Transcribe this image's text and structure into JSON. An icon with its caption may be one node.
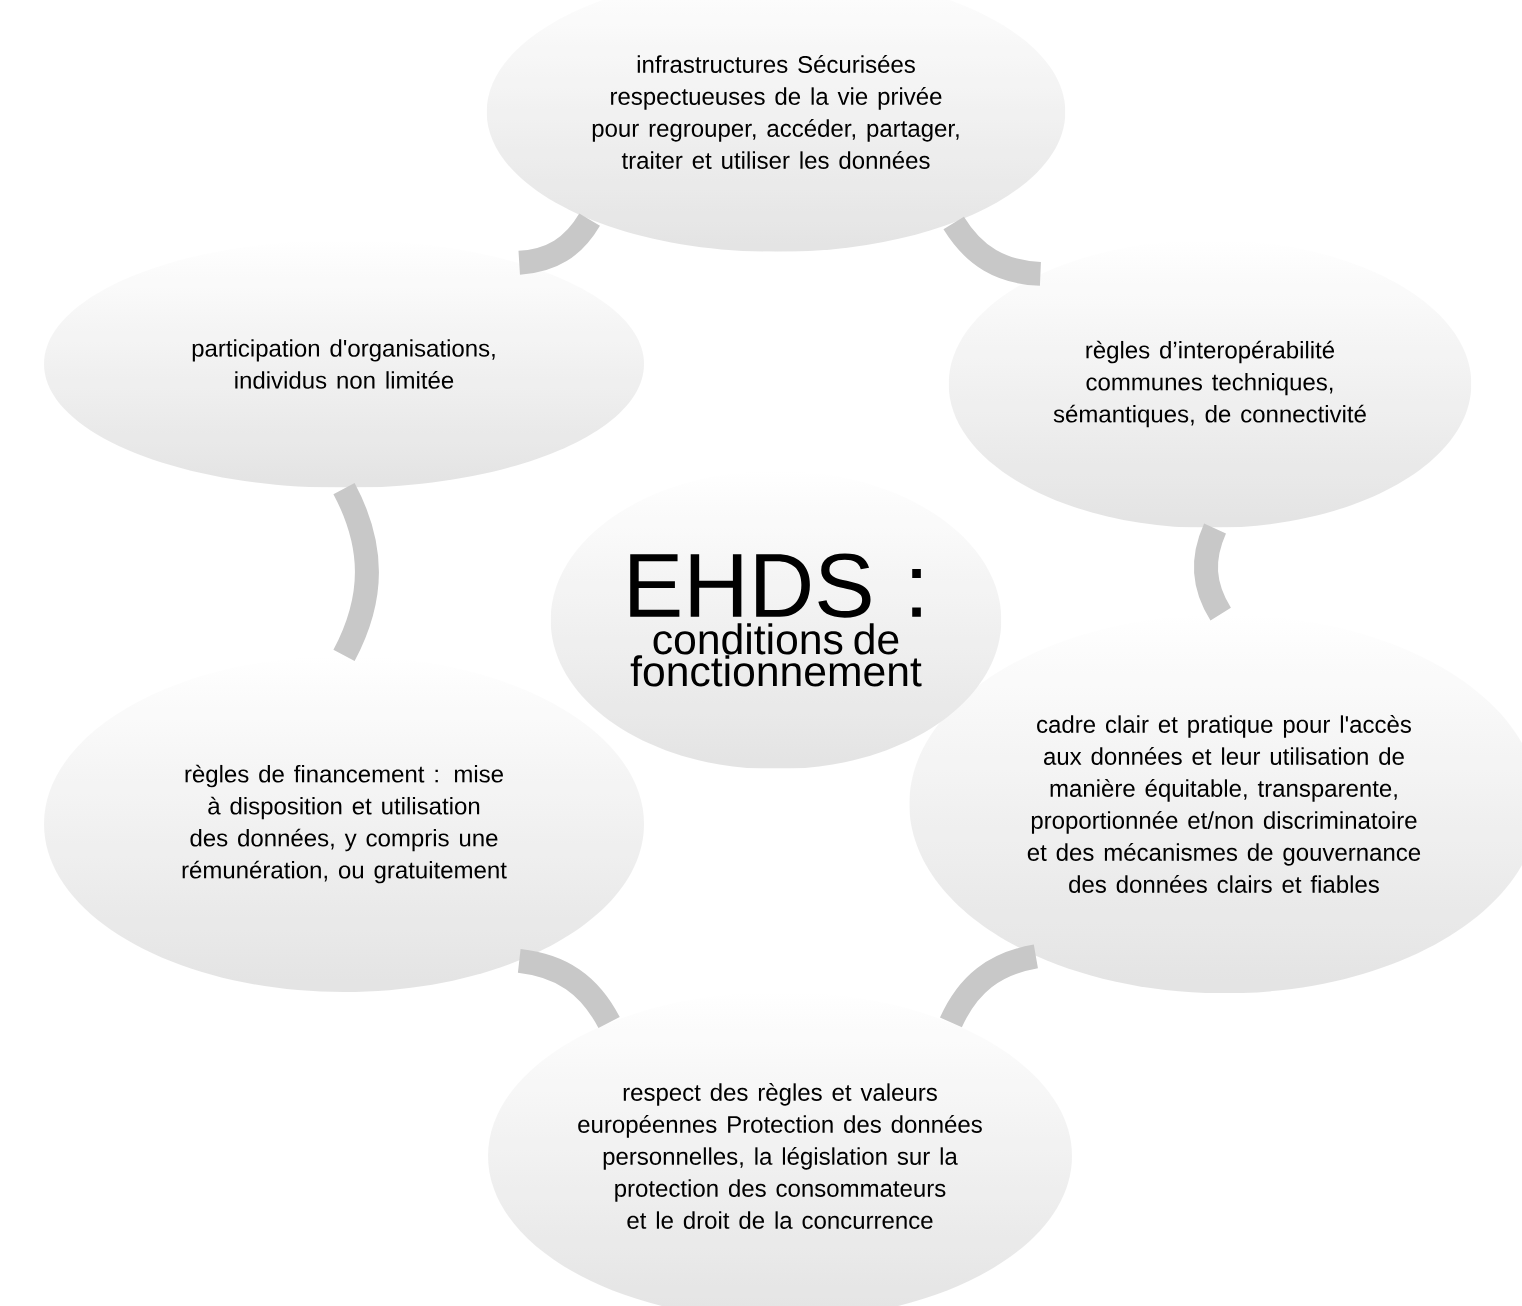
{
  "diagram": {
    "nodes": [
      {
        "text": [
          "infrastructures Sécurisées respectueuses de la vie privée pour regrouper, accéder, partager, traiter et utiliser les données"
        ]
      },
      {
        "text": [
          "règles d’interopérabilité communes techniques, sémantiques, de connectivité"
        ]
      },
      {
        "text": [
          "cadre clair et pratique pour l'accès aux données et leur utilisation de manière équitable, transparente, proportionnée et/non discriminatoire et des mécanismes de gouvernance des données clairs et fiables"
        ]
      },
      {
        "text": [
          "respect des règles et valeurs européennes Protection des données personnelles, la législation sur la protection des consommateurs et le droit de la concurrence"
        ]
      },
      {
        "text": [
          "règles de financement : mise à disposition et utilisation des données, y compris une rémunération, ou gratuitement"
        ]
      },
      {
        "text": [
          "participation d'organisations, individus non limitée"
        ]
      },
      {
        "text": [
          "EHDS :",
          "conditions de fonctionnement"
        ]
      }
    ],
    "edges": [
      {
        "from": 0,
        "to": 1,
        "arrow": "none"
      },
      {
        "from": 1,
        "to": 2,
        "arrow": "none"
      },
      {
        "from": 2,
        "to": 3,
        "arrow": "none"
      },
      {
        "from": 3,
        "to": 4,
        "arrow": "none"
      },
      {
        "from": 4,
        "to": 5,
        "arrow": "none"
      },
      {
        "from": 5,
        "to": 0,
        "arrow": "none"
      }
    ]
  }
}
